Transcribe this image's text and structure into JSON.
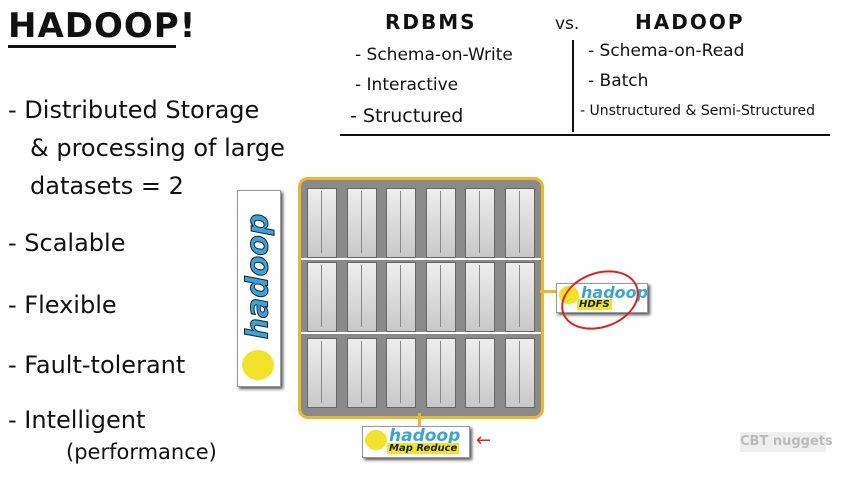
{
  "title": "HADOOP!",
  "bullets": [
    "- Distributed Storage",
    "& processing of large",
    "datasets = 2",
    "- Scalable",
    "- Flexible",
    "- Fault-tolerant",
    "- Intelligent",
    "(performance)"
  ],
  "comparison": {
    "left_header": "RDBMS",
    "vs": "vs.",
    "right_header": "HADOOP",
    "left_items": [
      "- Schema-on-Write",
      "- Interactive",
      "- Structured"
    ],
    "right_items": [
      "- Schema-on-Read",
      "- Batch",
      "- Unstructured & Semi-Structured"
    ]
  },
  "logos": {
    "vertical": "hadoop",
    "hdfs_top": "hadoop",
    "hdfs_bottom": "HDFS",
    "mr_top": "hadoop",
    "mr_bottom": "Map Reduce"
  },
  "watermark": "CBT nuggets",
  "colors": {
    "panel_border": "#e8b92a",
    "annotation": "#e02020",
    "logo_blue": "#3aa4d8",
    "logo_yellow": "#f2e32a"
  }
}
